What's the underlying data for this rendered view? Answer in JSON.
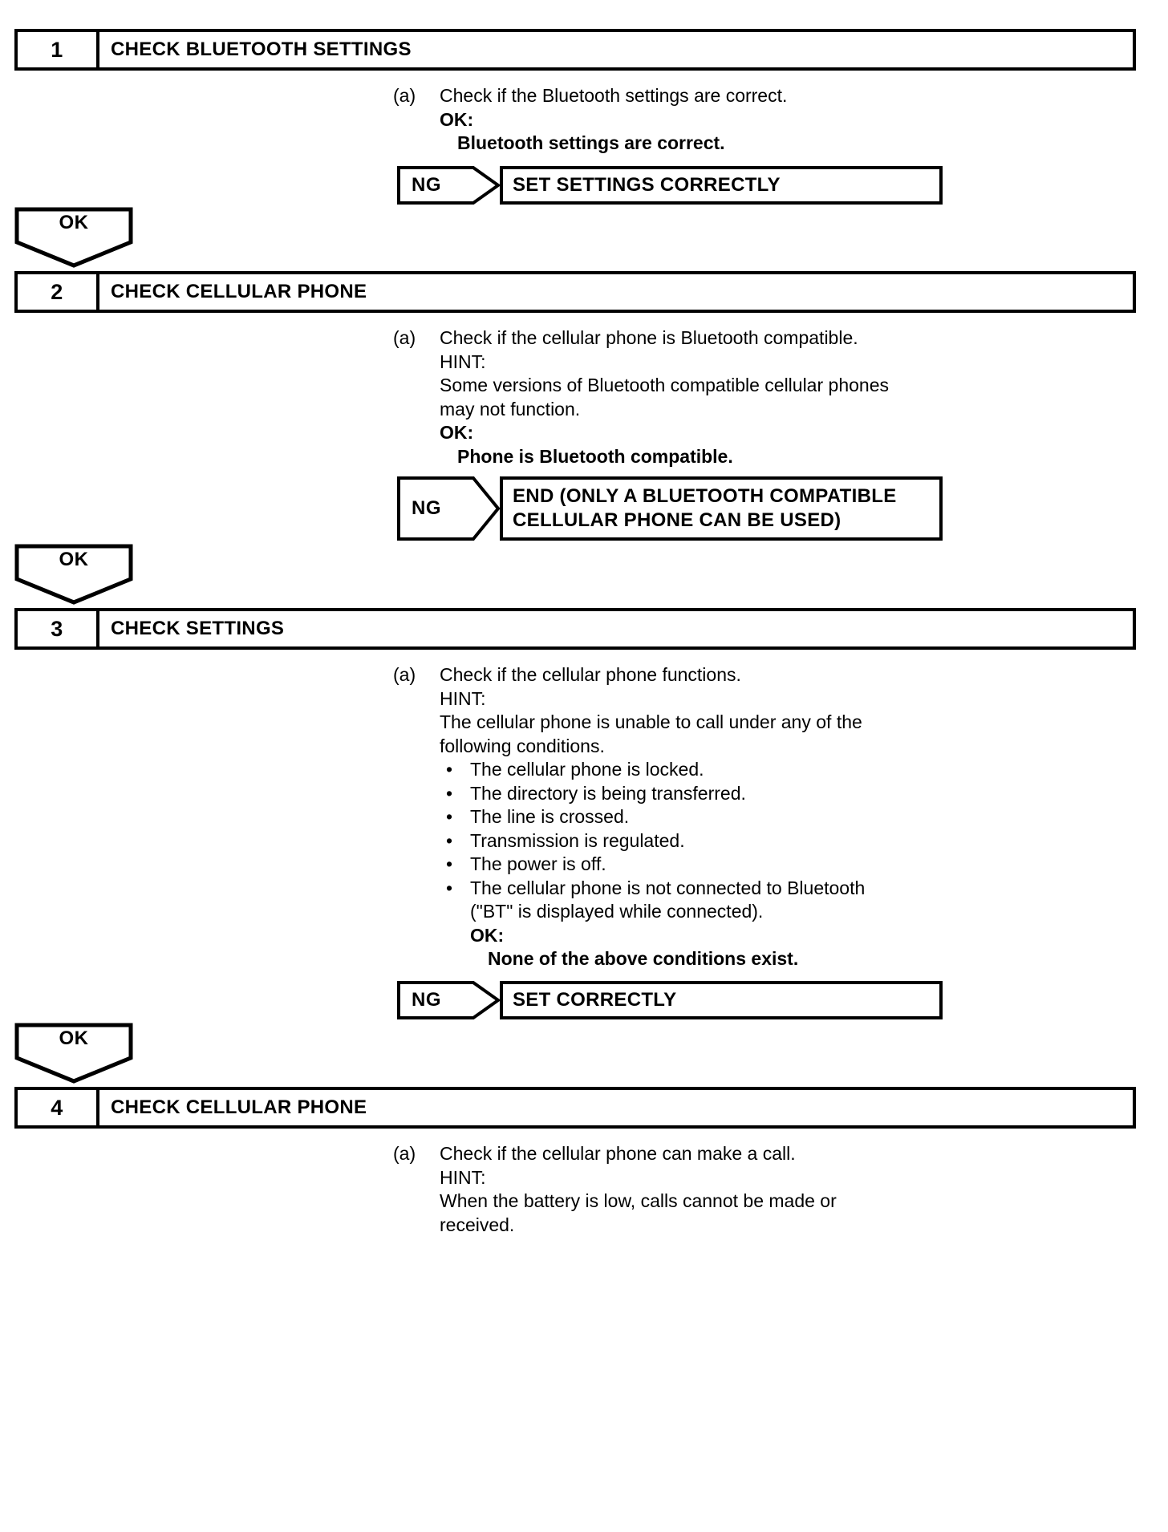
{
  "document": {
    "type": "diagnostic-flowchart",
    "title": "Bluetooth / Cellular Phone Troubleshooting Flowchart"
  },
  "labels": {
    "ok": "OK",
    "ng": "NG",
    "ok_colon": "OK:",
    "hint": "HINT:",
    "bullet": "•",
    "step_a": "(a)"
  },
  "colors": {
    "ink": "#000000",
    "paper": "#ffffff"
  },
  "steps": [
    {
      "number": "1",
      "title": "CHECK BLUETOOTH SETTINGS",
      "instruction": "Check if the Bluetooth settings are correct.",
      "ok_label": "OK:",
      "ok_value": "Bluetooth settings are correct.",
      "ng_label": "NG",
      "ng_result_line1": "SET SETTINGS CORRECTLY",
      "ng_result_line2": "",
      "ok_arrow": "OK"
    },
    {
      "number": "2",
      "title": "CHECK CELLULAR PHONE",
      "instruction": "Check if the cellular phone is Bluetooth compatible.",
      "hint_label": "HINT:",
      "hint_line1": "Some versions of Bluetooth compatible cellular phones",
      "hint_line2": "may not function.",
      "ok_label": "OK:",
      "ok_value": "Phone is Bluetooth compatible.",
      "ng_label": "NG",
      "ng_result_line1": "END (ONLY A BLUETOOTH COMPATIBLE",
      "ng_result_line2": "CELLULAR PHONE CAN BE USED)",
      "ok_arrow": "OK"
    },
    {
      "number": "3",
      "title": "CHECK SETTINGS",
      "instruction": "Check if the cellular phone functions.",
      "hint_label": "HINT:",
      "hint_line1": "The cellular phone is unable to call under any of the",
      "hint_line2": "following conditions.",
      "conditions": [
        "The cellular phone is locked.",
        "The directory is being transferred.",
        "The line is crossed.",
        "Transmission is regulated.",
        "The power is off.",
        "The cellular phone is not connected to Bluetooth"
      ],
      "condition_continuation": "(\"BT\" is displayed while connected).",
      "ok_label": "OK:",
      "ok_value": "None of the above conditions exist.",
      "ng_label": "NG",
      "ng_result_line1": "SET CORRECTLY",
      "ng_result_line2": "",
      "ok_arrow": "OK"
    },
    {
      "number": "4",
      "title": "CHECK CELLULAR PHONE",
      "instruction": "Check if the cellular phone can make a call.",
      "hint_label": "HINT:",
      "hint_line1": "When the battery is low, calls cannot be made or",
      "hint_line2": "received."
    }
  ]
}
